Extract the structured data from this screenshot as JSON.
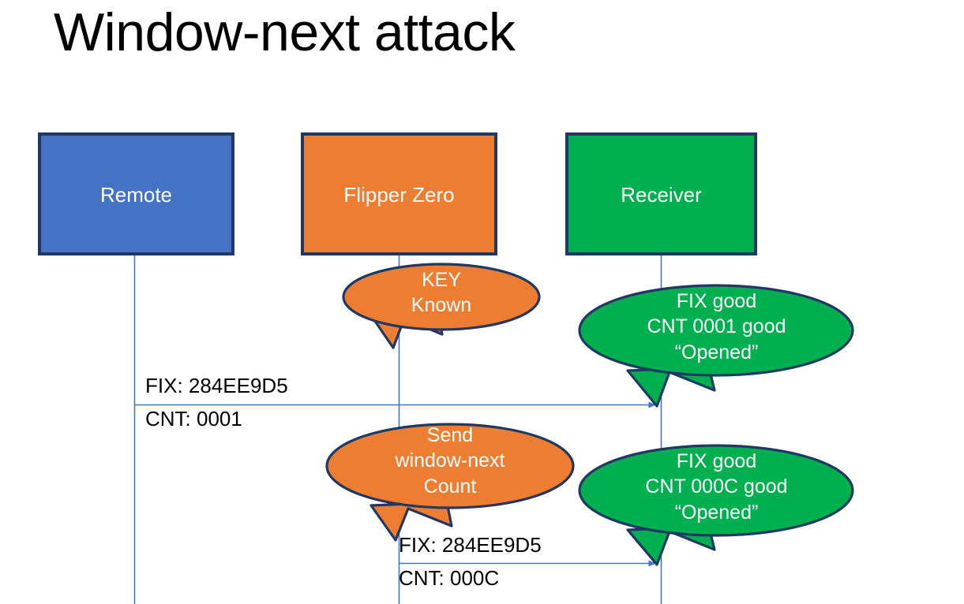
{
  "slide": {
    "title": "Window-next attack",
    "background_color": "#FFFFFF"
  },
  "colors": {
    "remote_blue": "#4472C4",
    "flipper_orange": "#ED7D31",
    "receiver_green": "#00B050",
    "shape_outline": "#1F3864",
    "lifeline_blue": "#4472C4",
    "arrow_blue": "#4472C4",
    "label_text": "#000000",
    "shape_text": "#FFFFFF"
  },
  "actors": [
    {
      "id": "remote",
      "label": "Remote",
      "fill": "#4472C4"
    },
    {
      "id": "flipper-zero",
      "label": "Flipper Zero",
      "fill": "#ED7D31"
    },
    {
      "id": "receiver",
      "label": "Receiver",
      "fill": "#00B050"
    }
  ],
  "bubbles": [
    {
      "id": "key-known",
      "owner": "flipper-zero",
      "fill": "#ED7D31",
      "lines": [
        "KEY",
        "Known"
      ],
      "text": "KEY\nKnown"
    },
    {
      "id": "receiver-ack-0001",
      "owner": "receiver",
      "fill": "#00B050",
      "lines": [
        "FIX good",
        "CNT 0001 good",
        "“Opened”"
      ],
      "text": "FIX good\nCNT 0001 good\n“Opened”"
    },
    {
      "id": "send-window-next",
      "owner": "flipper-zero",
      "fill": "#ED7D31",
      "lines": [
        "Send",
        "window-next",
        "Count"
      ],
      "text": "Send\nwindow-next\nCount"
    },
    {
      "id": "receiver-ack-000c",
      "owner": "receiver",
      "fill": "#00B050",
      "lines": [
        "FIX good",
        "CNT 000C good",
        "“Opened”"
      ],
      "text": "FIX good\nCNT 000C good\n“Opened”"
    }
  ],
  "messages": [
    {
      "id": "msg-remote-to-receiver",
      "from": "remote",
      "to": "receiver",
      "fix_label": "FIX: 284EE9D5",
      "cnt_label": "CNT: 0001"
    },
    {
      "id": "msg-flipper-to-receiver",
      "from": "flipper-zero",
      "to": "receiver",
      "fix_label": "FIX: 284EE9D5",
      "cnt_label": "CNT: 000C"
    }
  ]
}
